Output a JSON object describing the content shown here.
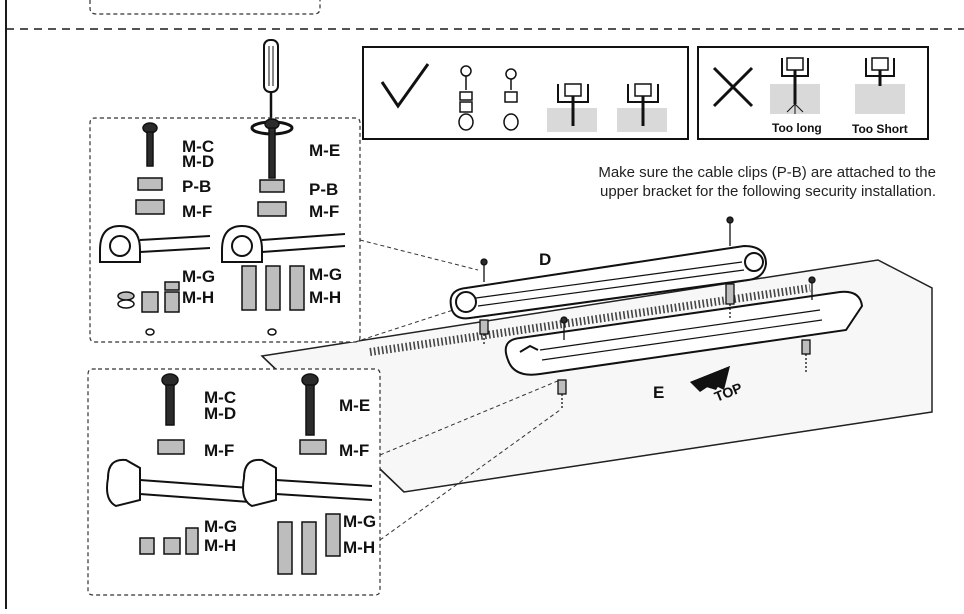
{
  "note": {
    "line1": "Make sure the cable clips (P-B) are attached to the",
    "line2": "upper bracket for the following security installation."
  },
  "check_panel": {
    "icon": "checkmark-icon"
  },
  "cross_panel": {
    "icon": "cross-icon",
    "too_long": "Too long",
    "too_short": "Too Short"
  },
  "parts": {
    "mc": "M-C",
    "md": "M-D",
    "me": "M-E",
    "pb": "P-B",
    "mf": "M-F",
    "mg": "M-G",
    "mh": "M-H"
  },
  "brackets": {
    "upper": "D",
    "lower": "E"
  },
  "direction": {
    "label": "TOP",
    "icon": "arrow-up-icon"
  },
  "tools": {
    "screwdriver": "screwdriver-icon"
  },
  "colors": {
    "line": "#1a1a1a",
    "fill_gray": "#bdbdbd",
    "dark": "#2b2b2b",
    "panel_gray": "#d9d9d9"
  }
}
